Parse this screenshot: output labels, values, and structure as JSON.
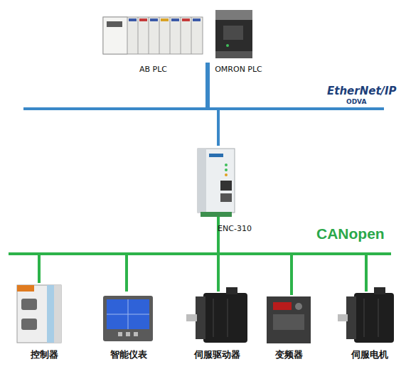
{
  "diagram": {
    "nodes": [
      {
        "text": [
          "AB PLC"
        ]
      },
      {
        "text": [
          "OMRON PLC"
        ]
      },
      {
        "text": [
          "ENC-310"
        ]
      },
      {
        "text": [
          "控制器"
        ]
      },
      {
        "text": [
          "智能仪表"
        ]
      },
      {
        "text": [
          "伺服驱动器"
        ]
      },
      {
        "text": [
          "变频器"
        ]
      },
      {
        "text": [
          "伺服电机"
        ]
      }
    ],
    "edges": [
      {
        "from": 0,
        "to": 2,
        "arrow": "none"
      },
      {
        "from": 1,
        "to": 2,
        "arrow": "none"
      },
      {
        "from": 2,
        "to": 3,
        "arrow": "none"
      },
      {
        "from": 2,
        "to": 4,
        "arrow": "none"
      },
      {
        "from": 2,
        "to": 5,
        "arrow": "none"
      },
      {
        "from": 2,
        "to": 6,
        "arrow": "none"
      },
      {
        "from": 2,
        "to": 7,
        "arrow": "none"
      }
    ],
    "labels": [
      "EtherNet/IP",
      "ODVA",
      "CANopen"
    ]
  }
}
